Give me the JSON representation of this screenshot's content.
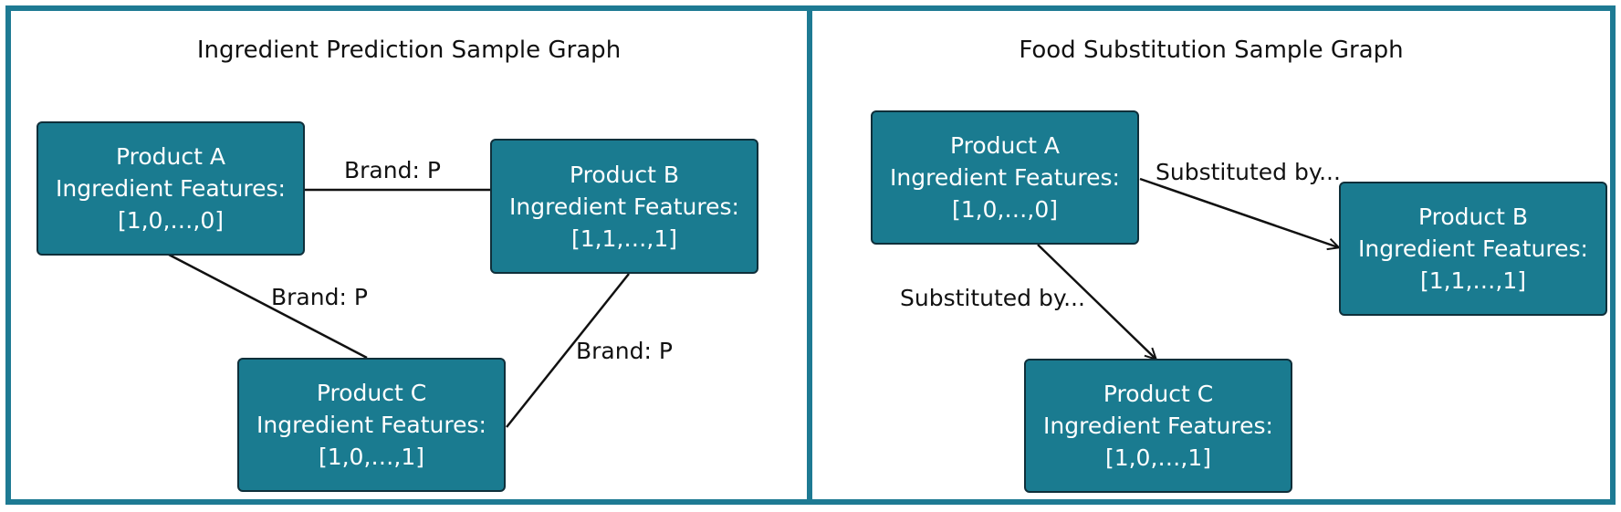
{
  "left_panel": {
    "title": "Ingredient Prediction Sample Graph",
    "nodes": {
      "a": {
        "name": "Product A",
        "features_label": "Ingredient Features:",
        "vector": "[1,0,…,0]"
      },
      "b": {
        "name": "Product B",
        "features_label": "Ingredient Features:",
        "vector": "[1,1,…,1]"
      },
      "c": {
        "name": "Product C",
        "features_label": "Ingredient Features:",
        "vector": "[1,0,…,1]"
      }
    },
    "edges": {
      "a_b": "Brand: P",
      "a_c": "Brand: P",
      "b_c": "Brand: P"
    }
  },
  "right_panel": {
    "title": "Food Substitution Sample Graph",
    "nodes": {
      "a": {
        "name": "Product A",
        "features_label": "Ingredient Features:",
        "vector": "[1,0,…,0]"
      },
      "b": {
        "name": "Product B",
        "features_label": "Ingredient Features:",
        "vector": "[1,1,…,1]"
      },
      "c": {
        "name": "Product C",
        "features_label": "Ingredient Features:",
        "vector": "[1,0,…,1]"
      }
    },
    "edges": {
      "a_b": "Substituted by...",
      "a_c": "Substituted by..."
    }
  },
  "colors": {
    "border": "#1e7a93",
    "node_fill": "#1a7b90",
    "node_outline": "#0f2f3a",
    "node_text": "#ffffff"
  }
}
